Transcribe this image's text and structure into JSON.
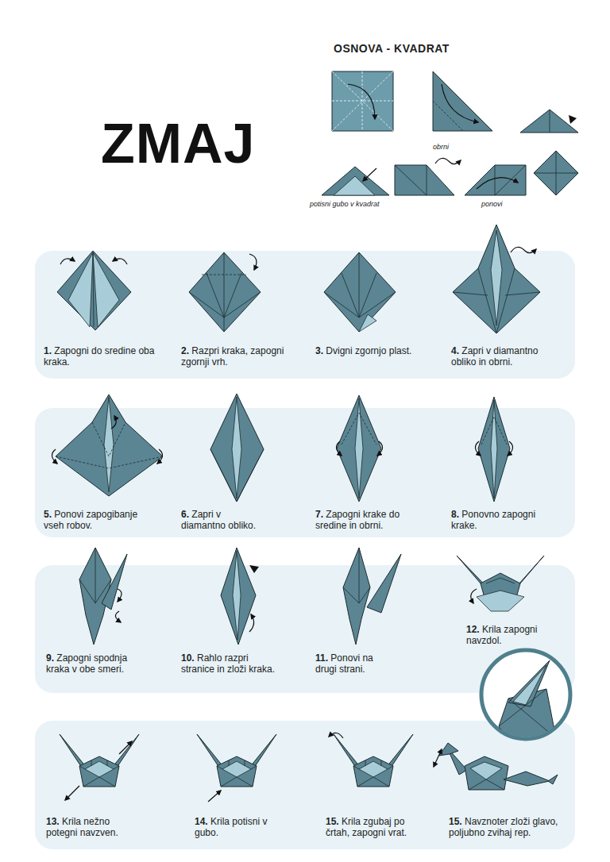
{
  "diagram": {
    "title": "ZMAJ",
    "nodes": [
      {
        "text": [
          "1. Zapogni do sredine oba kraka.",
          "2. Razpri kraka, zapogni zgornji vrh.",
          "3. Dvigni zgornjo plast.",
          "4. Zapri v diamantno obliko in obrni."
        ]
      },
      {
        "text": [
          "5. Ponovi zapogibanje vseh robov.",
          "6. Zapri v diamantno obliko.",
          "7. Zapogni krake do sredine in obrni.",
          "8. Ponovno zapogni krake."
        ]
      },
      {
        "text": [
          "9. Zapogni spodnja kraka v obe smeri.",
          "10. Rahlo razpri stranice in zloži kraka.",
          "11. Ponovi na drugi strani.",
          "12. Krila zapogni navzdol."
        ]
      },
      {
        "text": [
          "13. Krila nežno potegni navzven.",
          "14. Krila potisni v gubo.",
          "15. Krila zgubaj po črtah, zapogni vrat.",
          "15. Navznoter zloži glavo, poljubno zvihaj rep."
        ]
      }
    ],
    "labels": [
      "OSNOVA - KVADRAT",
      "obrni",
      "potisni gubo v kvadrat",
      "ponovi"
    ]
  }
}
